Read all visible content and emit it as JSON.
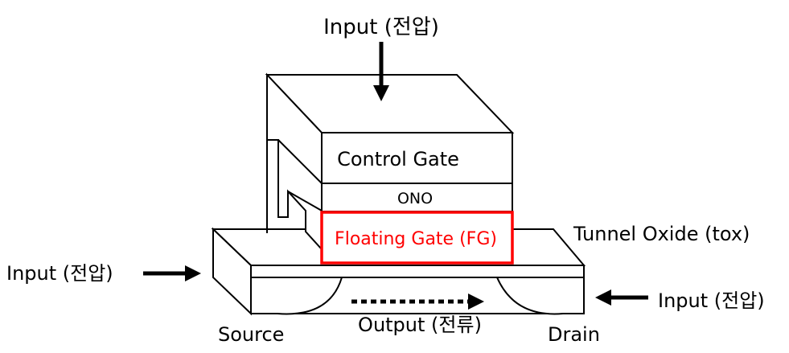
{
  "labels": {
    "input_top": "Input (전압)",
    "input_left": "Input (전압)",
    "input_right": "Input (전압)",
    "control_gate": "Control Gate",
    "ono": "ONO",
    "floating_gate": "Floating Gate (FG)",
    "tunnel_oxide": "Tunnel Oxide (tox)",
    "source": "Source",
    "drain": "Drain",
    "output": "Output (전류)"
  },
  "colors": {
    "floating_gate_highlight": "#ff0000",
    "line": "#000000",
    "fill": "#ffffff"
  }
}
